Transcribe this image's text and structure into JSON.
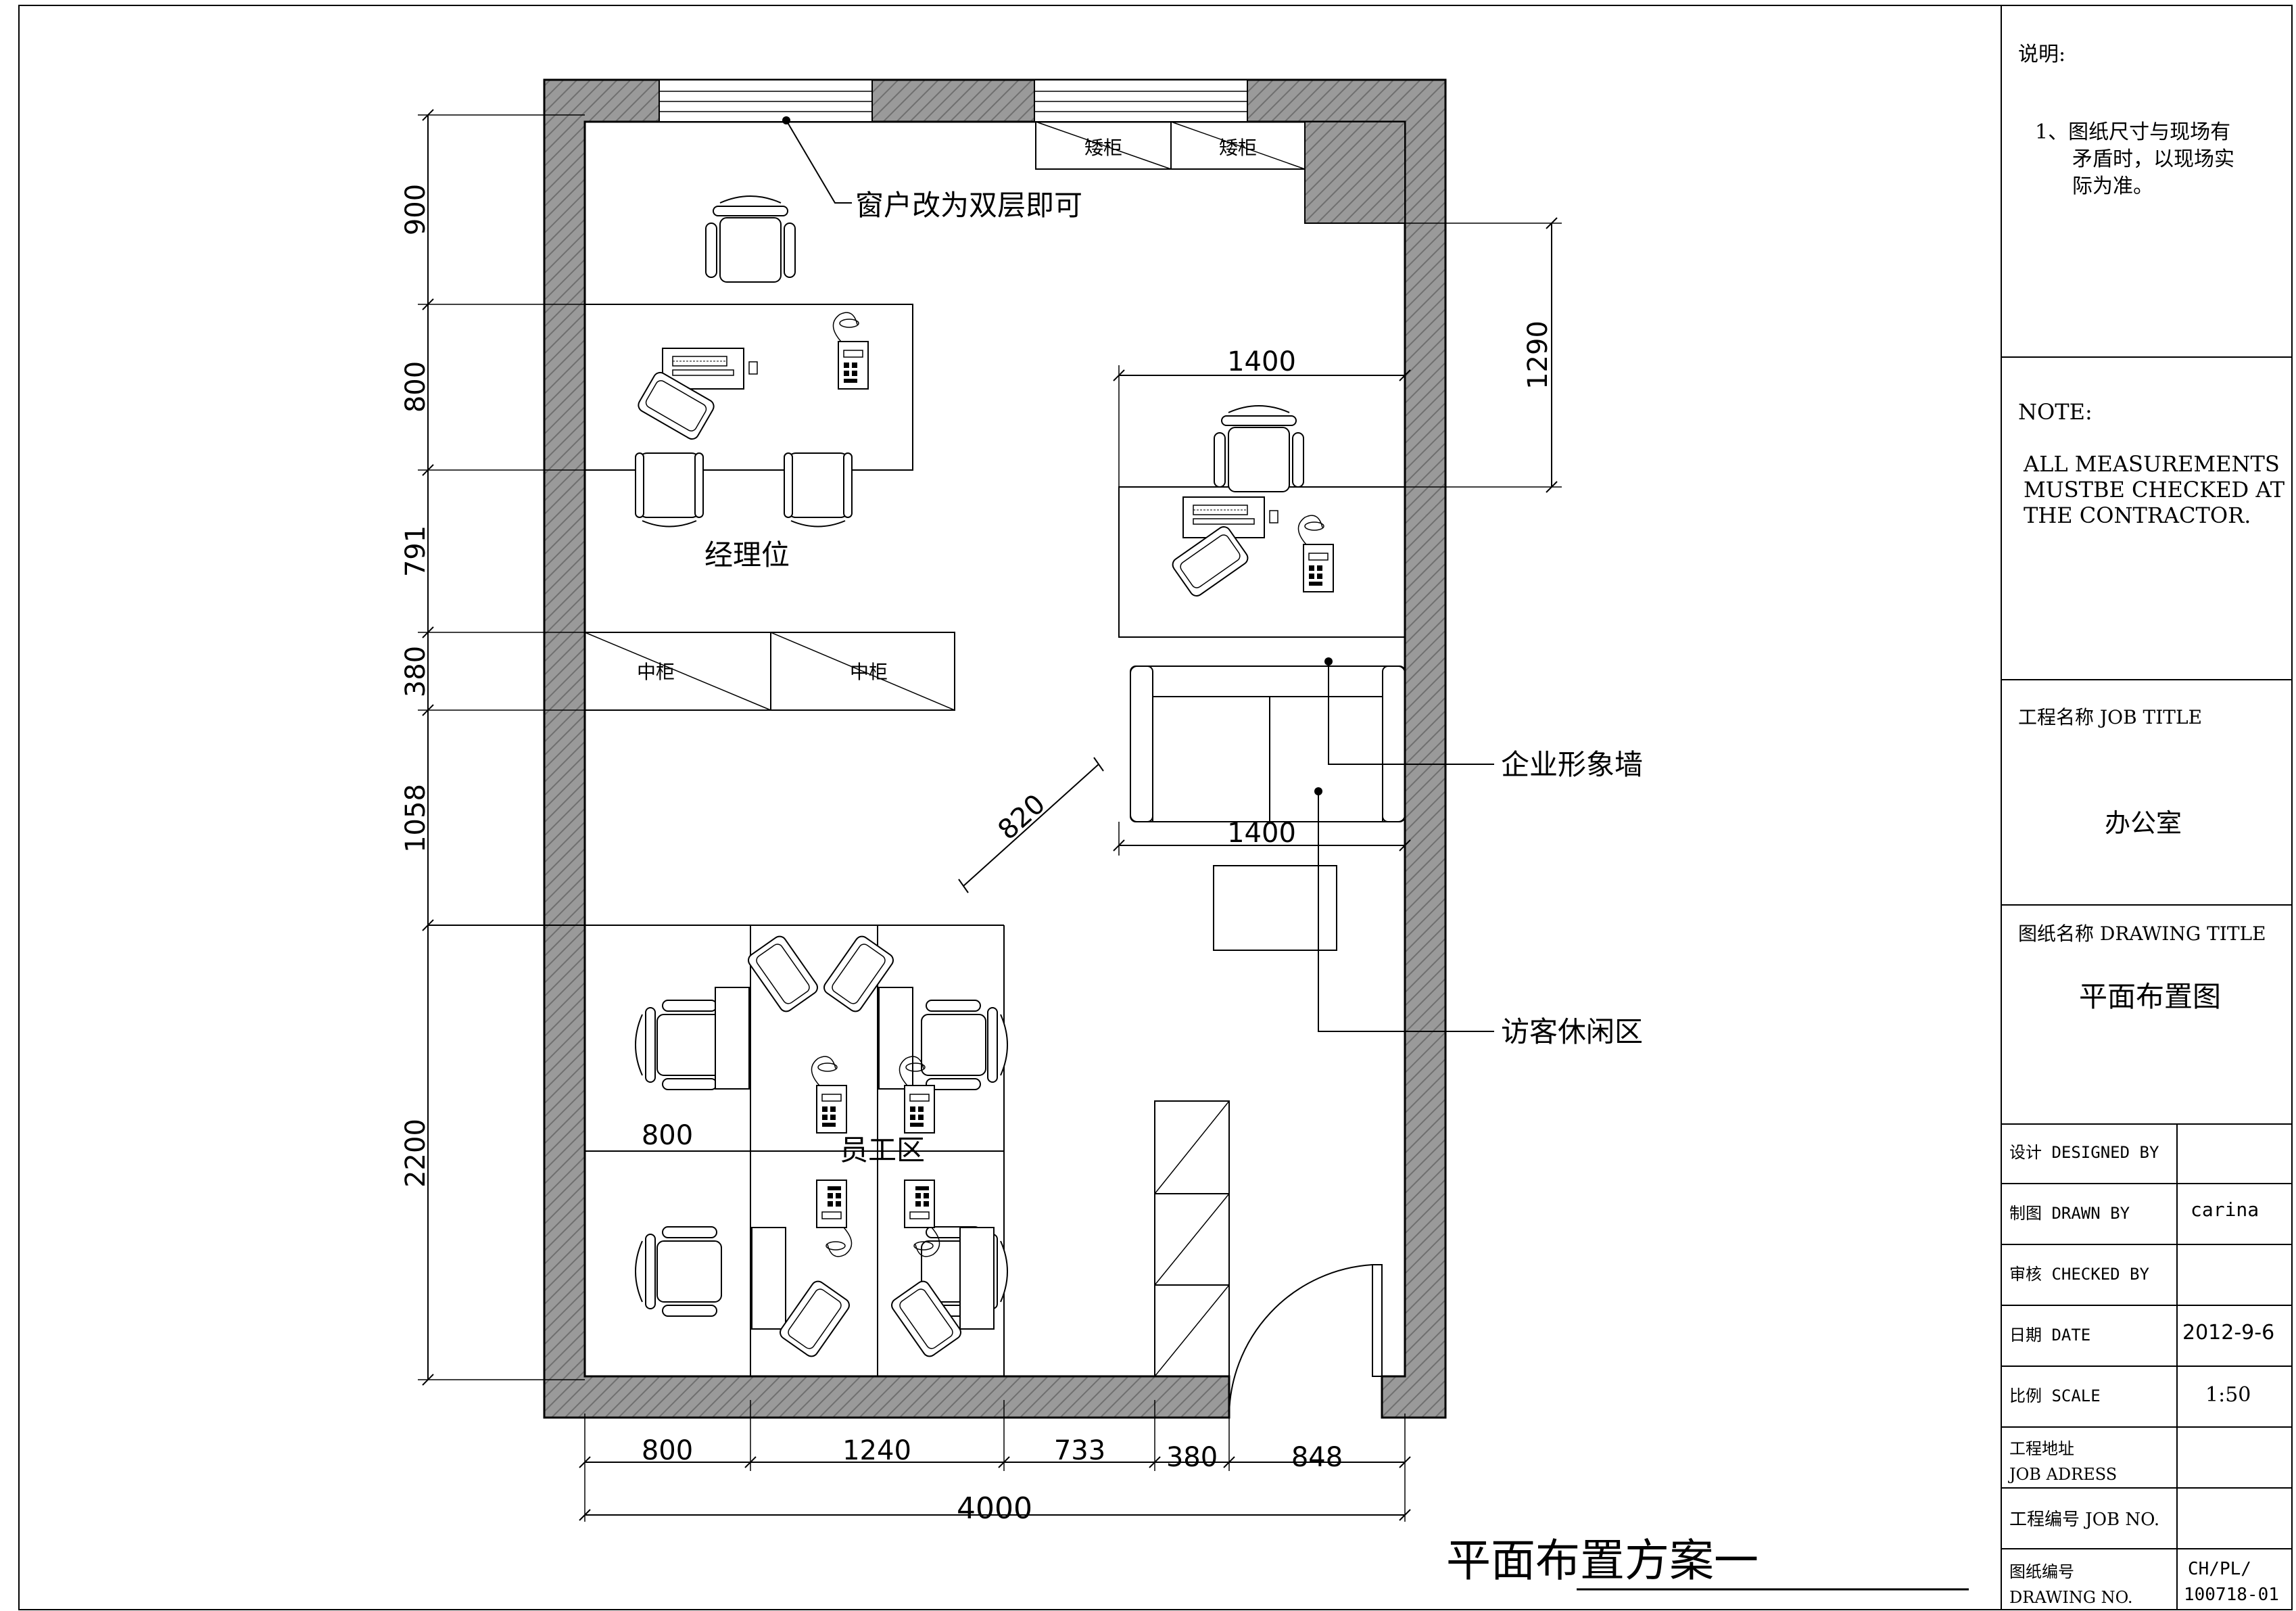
{
  "plan": {
    "title": "平面布置方案一",
    "labels": {
      "window_note": "窗户改为双层即可",
      "manager": "经理位",
      "staff": "员工区",
      "brand_wall": "企业形象墙",
      "lounge": "访客休闲区",
      "low_cabinet": "矮柜",
      "mid_cabinet": "中柜"
    },
    "dims": {
      "left": [
        "900",
        "800",
        "791",
        "380",
        "1058",
        "2200"
      ],
      "bottom": [
        "800",
        "1240",
        "733",
        "380",
        "848"
      ],
      "total": "4000",
      "right": "1290",
      "desk_top": "1400",
      "sofa_bottom": "1400",
      "diagonal": "820",
      "staff_desk": "800"
    }
  },
  "titleblock": {
    "desc_title": "说明:",
    "desc_lines": [
      "1、图纸尺寸与现场有",
      "矛盾时，以现场实",
      "际为准。"
    ],
    "note_title": "NOTE:",
    "note_lines": [
      "ALL MEASUREMENTS",
      "MUSTBE CHECKED AT",
      "THE CONTRACTOR."
    ],
    "job_title_label": "工程名称  JOB TITLE",
    "job_title_value": "办公室",
    "drawing_title_label": "图纸名称  DRAWING TITLE",
    "drawing_title_value": "平面布置图",
    "rows": [
      {
        "label": "设计 DESIGNED BY",
        "value": ""
      },
      {
        "label": "制图 DRAWN BY",
        "value": "carina"
      },
      {
        "label": "审核 CHECKED BY",
        "value": ""
      },
      {
        "label": "日期 DATE",
        "value": "2012-9-6"
      },
      {
        "label": "比例 SCALE",
        "value": "1:50"
      }
    ],
    "address_label_1": "工程地址",
    "address_label_2": "JOB ADRESS",
    "jobno_label": "工程编号  JOB NO.",
    "drawingno_label_1": "图纸编号",
    "drawingno_label_2": "DRAWING NO.",
    "drawingno_value_1": "CH/PL/",
    "drawingno_value_2": "100718-01"
  }
}
